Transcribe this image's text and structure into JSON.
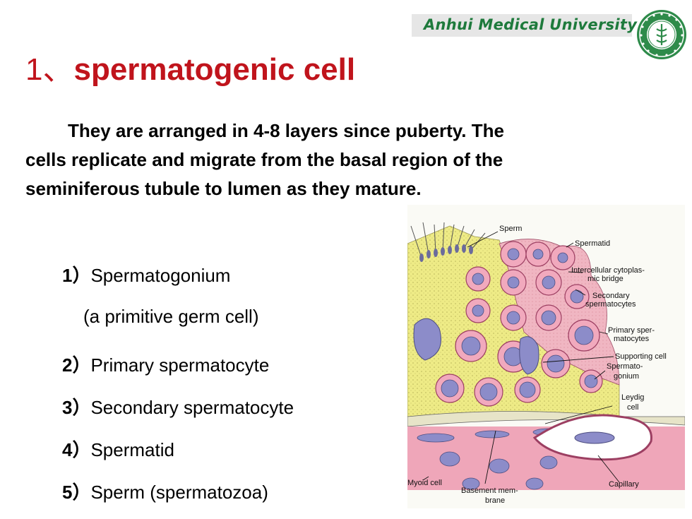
{
  "header": {
    "university": "Anhui Medical University"
  },
  "title": {
    "number": "1、",
    "text": "spermatogenic cell"
  },
  "paragraph": "They are arranged in 4-8 layers since puberty. The cells replicate and migrate from the basal region of the seminiferous tubule to lumen as they mature.",
  "list": [
    {
      "num": "1）",
      "text": "Spermatogonium"
    },
    {
      "num": "",
      "text": "(a  primitive germ  cell)"
    },
    {
      "num": "2）",
      "text": "Primary spermatocyte"
    },
    {
      "num": "3）",
      "text": "Secondary spermatocyte"
    },
    {
      "num": "4）",
      "text": "Spermatid"
    },
    {
      "num": "5）",
      "text": "Sperm (spermatozoa)"
    }
  ],
  "figure": {
    "labels": {
      "sperm": "Sperm",
      "spermatid": "Spermatid",
      "bridge1": "Intercellular cytoplas-",
      "bridge2": "mic bridge",
      "secondary1": "Secondary",
      "secondary2": "spermatocytes",
      "primary1": "Primary sper-",
      "primary2": "matocytes",
      "supporting": "Supporting cell",
      "spermatogonium1": "Spermato-",
      "spermatogonium2": "gonium",
      "leydig1": "Leydig",
      "leydig2": "cell",
      "myoid": "Myoid cell",
      "basement1": "Basement mem-",
      "basement2": "brane",
      "capillary": "Capillary"
    }
  },
  "colors": {
    "title": "#c0141c",
    "university": "#1e7a3c",
    "header_bg": "#e6e6e6"
  }
}
